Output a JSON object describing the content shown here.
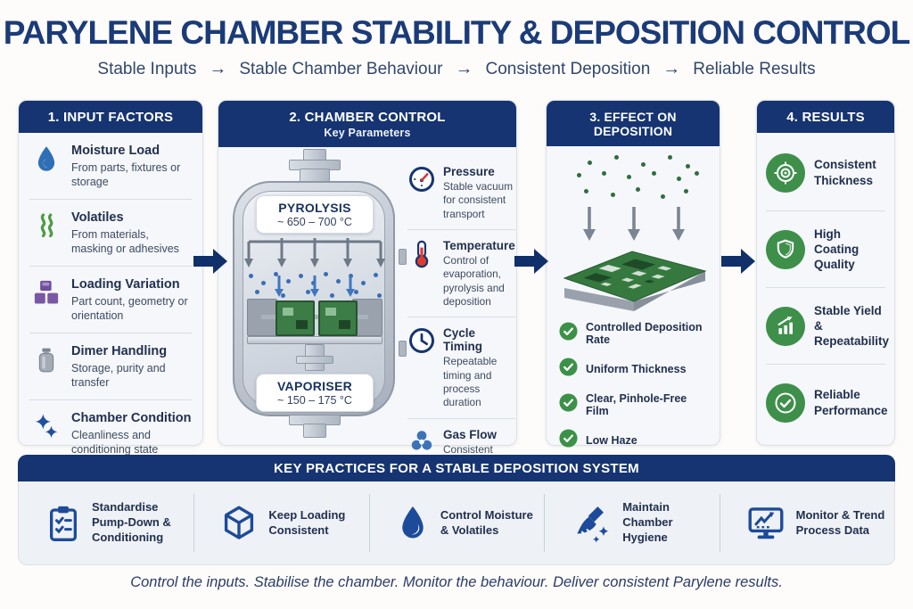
{
  "title": "PARYLENE CHAMBER STABILITY & DEPOSITION CONTROL",
  "flow": {
    "arrow": "→",
    "steps": [
      "Stable Inputs",
      "Stable Chamber Behaviour",
      "Consistent Deposition",
      "Reliable Results"
    ]
  },
  "colors": {
    "header_navy": "#153471",
    "title_navy": "#1b3b78",
    "arrow_navy": "#10306a",
    "result_green": "#3d8f4a",
    "check_green": "#3c9148",
    "practice_icon_blue": "#1d4b99",
    "gauge_red": "#d6392e",
    "card_background": "#f5f7fa"
  },
  "columns": {
    "input_factors": {
      "header": "1. INPUT FACTORS",
      "items": [
        {
          "icon": "water-drop-icon",
          "title": "Moisture Load",
          "desc": "From parts, fixtures or storage"
        },
        {
          "icon": "vapor-waves-icon",
          "title": "Volatiles",
          "desc": "From materials, masking or adhesives"
        },
        {
          "icon": "cubes-icon",
          "title": "Loading Variation",
          "desc": "Part count, geometry or orientation"
        },
        {
          "icon": "canister-icon",
          "title": "Dimer Handling",
          "desc": "Storage, purity and transfer"
        },
        {
          "icon": "sparkles-icon",
          "title": "Chamber Condition",
          "desc": "Cleanliness and conditioning state"
        }
      ]
    },
    "chamber_control": {
      "header": "2. CHAMBER CONTROL",
      "subheader": "Key Parameters",
      "chamber": {
        "pyrolysis_label": "PYROLYSIS",
        "pyrolysis_temp": "~ 650 – 700 °C",
        "vaporiser_label": "VAPORISER",
        "vaporiser_temp": "~ 150 – 175 °C"
      },
      "parameters": [
        {
          "icon": "gauge-icon",
          "title": "Pressure",
          "desc": "Stable vacuum for consistent transport"
        },
        {
          "icon": "thermometer-icon",
          "title": "Temperature",
          "desc": "Control of evaporation, pyrolysis and deposition"
        },
        {
          "icon": "clock-icon",
          "title": "Cycle Timing",
          "desc": "Repeatable timing and process duration"
        },
        {
          "icon": "fan-icon",
          "title": "Gas Flow",
          "desc": "Consistent monomer movement"
        }
      ]
    },
    "effect_on_deposition": {
      "header": "3. EFFECT ON DEPOSITION",
      "checklist": [
        "Controlled Deposition Rate",
        "Uniform Thickness",
        "Clear, Pinhole-Free Film",
        "Low Haze"
      ]
    },
    "results": {
      "header": "4. RESULTS",
      "items": [
        {
          "icon": "target-icon",
          "title": "Consistent Thickness"
        },
        {
          "icon": "shield-icon",
          "title": "High Coating Quality"
        },
        {
          "icon": "chart-up-icon",
          "title": "Stable Yield & Repeatability"
        },
        {
          "icon": "check-circle-icon",
          "title": "Reliable Performance"
        }
      ]
    }
  },
  "key_practices": {
    "header": "KEY PRACTICES FOR A STABLE DEPOSITION SYSTEM",
    "items": [
      {
        "icon": "clipboard-icon",
        "label": "Standardise Pump-Down & Conditioning"
      },
      {
        "icon": "cube-icon",
        "label": "Keep Loading Consistent"
      },
      {
        "icon": "droplet-icon",
        "label": "Control Moisture & Volatiles"
      },
      {
        "icon": "broom-icon",
        "label": "Maintain Chamber Hygiene"
      },
      {
        "icon": "monitor-icon",
        "label": "Monitor & Trend Process Data"
      }
    ]
  },
  "footer": "Control the inputs. Stabilise the chamber. Monitor the behaviour. Deliver consistent Parylene results."
}
